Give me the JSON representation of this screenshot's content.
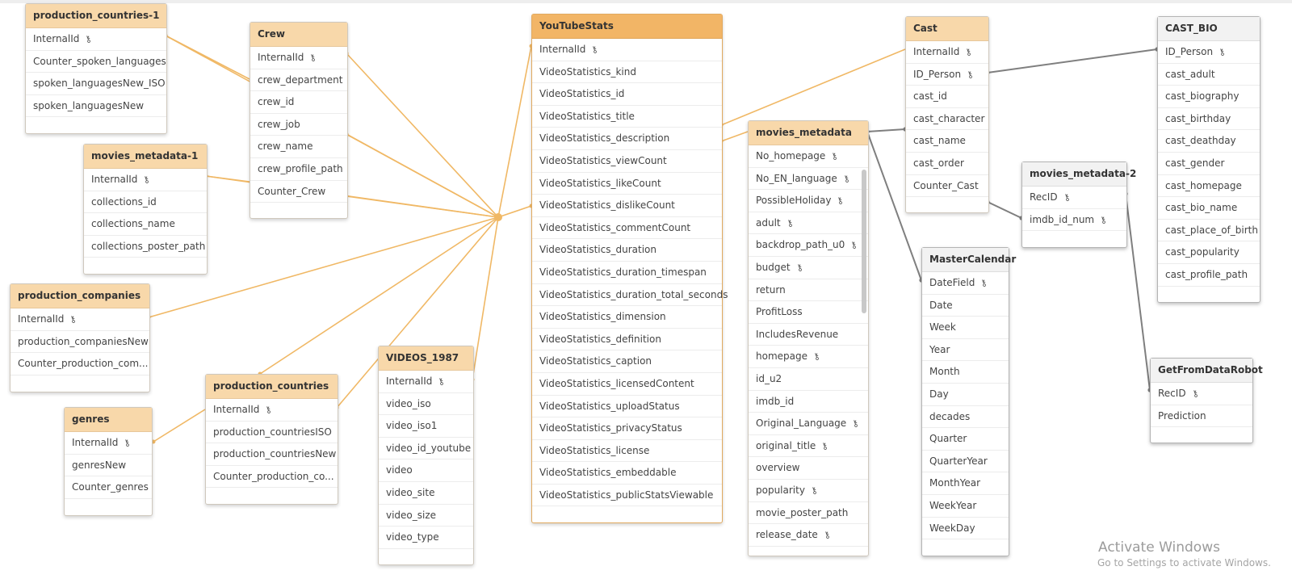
{
  "tables": [
    {
      "id": "production_countries_1",
      "name": "production_countries-1",
      "style": "orange",
      "fields": [
        {
          "label": "InternalId",
          "key": true
        },
        {
          "label": "Counter_spoken_languages",
          "key": false
        },
        {
          "label": "spoken_languagesNew_ISO",
          "key": false
        },
        {
          "label": "spoken_languagesNew",
          "key": false
        }
      ]
    },
    {
      "id": "crew",
      "name": "Crew",
      "style": "orange",
      "fields": [
        {
          "label": "InternalId",
          "key": true
        },
        {
          "label": "crew_department",
          "key": false
        },
        {
          "label": "crew_id",
          "key": false
        },
        {
          "label": "crew_job",
          "key": false
        },
        {
          "label": "crew_name",
          "key": false
        },
        {
          "label": "crew_profile_path",
          "key": false
        },
        {
          "label": "Counter_Crew",
          "key": false
        }
      ]
    },
    {
      "id": "movies_metadata_1",
      "name": "movies_metadata-1",
      "style": "orange",
      "fields": [
        {
          "label": "InternalId",
          "key": true
        },
        {
          "label": "collections_id",
          "key": false
        },
        {
          "label": "collections_name",
          "key": false
        },
        {
          "label": "collections_poster_path",
          "key": false
        }
      ]
    },
    {
      "id": "production_companies",
      "name": "production_companies",
      "style": "orange",
      "fields": [
        {
          "label": "InternalId",
          "key": true
        },
        {
          "label": "production_companiesNew",
          "key": false
        },
        {
          "label": "Counter_production_com...",
          "key": false
        }
      ]
    },
    {
      "id": "genres",
      "name": "genres",
      "style": "orange",
      "fields": [
        {
          "label": "InternalId",
          "key": true
        },
        {
          "label": "genresNew",
          "key": false
        },
        {
          "label": "Counter_genres",
          "key": false
        }
      ]
    },
    {
      "id": "production_countries",
      "name": "production_countries",
      "style": "orange",
      "fields": [
        {
          "label": "InternalId",
          "key": true
        },
        {
          "label": "production_countriesISO",
          "key": false
        },
        {
          "label": "production_countriesNew",
          "key": false
        },
        {
          "label": "Counter_production_co...",
          "key": false
        }
      ]
    },
    {
      "id": "videos_1987",
      "name": "VIDEOS_1987",
      "style": "orange",
      "fields": [
        {
          "label": "InternalId",
          "key": true
        },
        {
          "label": "video_iso",
          "key": false
        },
        {
          "label": "video_iso1",
          "key": false
        },
        {
          "label": "video_id_youtube",
          "key": false
        },
        {
          "label": "video",
          "key": false
        },
        {
          "label": "video_site",
          "key": false
        },
        {
          "label": "video_size",
          "key": false
        },
        {
          "label": "video_type",
          "key": false
        }
      ]
    },
    {
      "id": "youtubestats",
      "name": "YouTubeStats",
      "style": "selected",
      "fields": [
        {
          "label": "InternalId",
          "key": true
        },
        {
          "label": "VideoStatistics_kind",
          "key": false
        },
        {
          "label": "VideoStatistics_id",
          "key": false
        },
        {
          "label": "VideoStatistics_title",
          "key": false
        },
        {
          "label": "VideoStatistics_description",
          "key": false
        },
        {
          "label": "VideoStatistics_viewCount",
          "key": false
        },
        {
          "label": "VideoStatistics_likeCount",
          "key": false
        },
        {
          "label": "VideoStatistics_dislikeCount",
          "key": false
        },
        {
          "label": "VideoStatistics_commentCount",
          "key": false
        },
        {
          "label": "VideoStatistics_duration",
          "key": false
        },
        {
          "label": "VideoStatistics_duration_timespan",
          "key": false
        },
        {
          "label": "VideoStatistics_duration_total_seconds",
          "key": false
        },
        {
          "label": "VideoStatistics_dimension",
          "key": false
        },
        {
          "label": "VideoStatistics_definition",
          "key": false
        },
        {
          "label": "VideoStatistics_caption",
          "key": false
        },
        {
          "label": "VideoStatistics_licensedContent",
          "key": false
        },
        {
          "label": "VideoStatistics_uploadStatus",
          "key": false
        },
        {
          "label": "VideoStatistics_privacyStatus",
          "key": false
        },
        {
          "label": "VideoStatistics_license",
          "key": false
        },
        {
          "label": "VideoStatistics_embeddable",
          "key": false
        },
        {
          "label": "VideoStatistics_publicStatsViewable",
          "key": false
        }
      ]
    },
    {
      "id": "movies_metadata",
      "name": "movies_metadata",
      "style": "orange",
      "fields": [
        {
          "label": "No_homepage",
          "key": true
        },
        {
          "label": "No_EN_language",
          "key": true
        },
        {
          "label": "PossibleHoliday",
          "key": true
        },
        {
          "label": "adult",
          "key": true
        },
        {
          "label": "backdrop_path_u0",
          "key": true
        },
        {
          "label": "budget",
          "key": true
        },
        {
          "label": "return",
          "key": false
        },
        {
          "label": "ProfitLoss",
          "key": false
        },
        {
          "label": "IncludesRevenue",
          "key": false
        },
        {
          "label": "homepage",
          "key": true
        },
        {
          "label": "id_u2",
          "key": false
        },
        {
          "label": "imdb_id",
          "key": false
        },
        {
          "label": "Original_Language",
          "key": true
        },
        {
          "label": "original_title",
          "key": true
        },
        {
          "label": "overview",
          "key": false
        },
        {
          "label": "popularity",
          "key": true
        },
        {
          "label": "movie_poster_path",
          "key": false
        },
        {
          "label": "release_date",
          "key": true
        }
      ]
    },
    {
      "id": "cast",
      "name": "Cast",
      "style": "orange",
      "fields": [
        {
          "label": "InternalId",
          "key": true
        },
        {
          "label": "ID_Person",
          "key": true
        },
        {
          "label": "cast_id",
          "key": false
        },
        {
          "label": "cast_character",
          "key": false
        },
        {
          "label": "cast_name",
          "key": false
        },
        {
          "label": "cast_order",
          "key": false
        },
        {
          "label": "Counter_Cast",
          "key": false
        }
      ]
    },
    {
      "id": "mastercalendar",
      "name": "MasterCalendar",
      "style": "gray",
      "fields": [
        {
          "label": "DateField",
          "key": true
        },
        {
          "label": "Date",
          "key": false
        },
        {
          "label": "Week",
          "key": false
        },
        {
          "label": "Year",
          "key": false
        },
        {
          "label": "Month",
          "key": false
        },
        {
          "label": "Day",
          "key": false
        },
        {
          "label": "decades",
          "key": false
        },
        {
          "label": "Quarter",
          "key": false
        },
        {
          "label": "QuarterYear",
          "key": false
        },
        {
          "label": "MonthYear",
          "key": false
        },
        {
          "label": "WeekYear",
          "key": false
        },
        {
          "label": "WeekDay",
          "key": false
        }
      ]
    },
    {
      "id": "movies_metadata_2",
      "name": "movies_metadata-2",
      "style": "gray",
      "fields": [
        {
          "label": "RecID",
          "key": true
        },
        {
          "label": "imdb_id_num",
          "key": true
        }
      ]
    },
    {
      "id": "cast_bio",
      "name": "CAST_BIO",
      "style": "gray",
      "fields": [
        {
          "label": "ID_Person",
          "key": true
        },
        {
          "label": "cast_adult",
          "key": false
        },
        {
          "label": "cast_biography",
          "key": false
        },
        {
          "label": "cast_birthday",
          "key": false
        },
        {
          "label": "cast_deathday",
          "key": false
        },
        {
          "label": "cast_gender",
          "key": false
        },
        {
          "label": "cast_homepage",
          "key": false
        },
        {
          "label": "cast_bio_name",
          "key": false
        },
        {
          "label": "cast_place_of_birth",
          "key": false
        },
        {
          "label": "cast_popularity",
          "key": false
        },
        {
          "label": "cast_profile_path",
          "key": false
        }
      ]
    },
    {
      "id": "getfromdatarobot",
      "name": "GetFromDataRobot",
      "style": "gray",
      "fields": [
        {
          "label": "RecID",
          "key": true
        },
        {
          "label": "Prediction",
          "key": false
        }
      ]
    }
  ],
  "watermark": {
    "line1": "Activate Windows",
    "line2": "Go to Settings to activate Windows."
  },
  "colors": {
    "orange_link": "#f0b865",
    "gray_link": "#7f7f7f",
    "selected_header": "#f2b566",
    "header": "#f8d8aa"
  },
  "icons": {
    "key": "key-icon"
  }
}
